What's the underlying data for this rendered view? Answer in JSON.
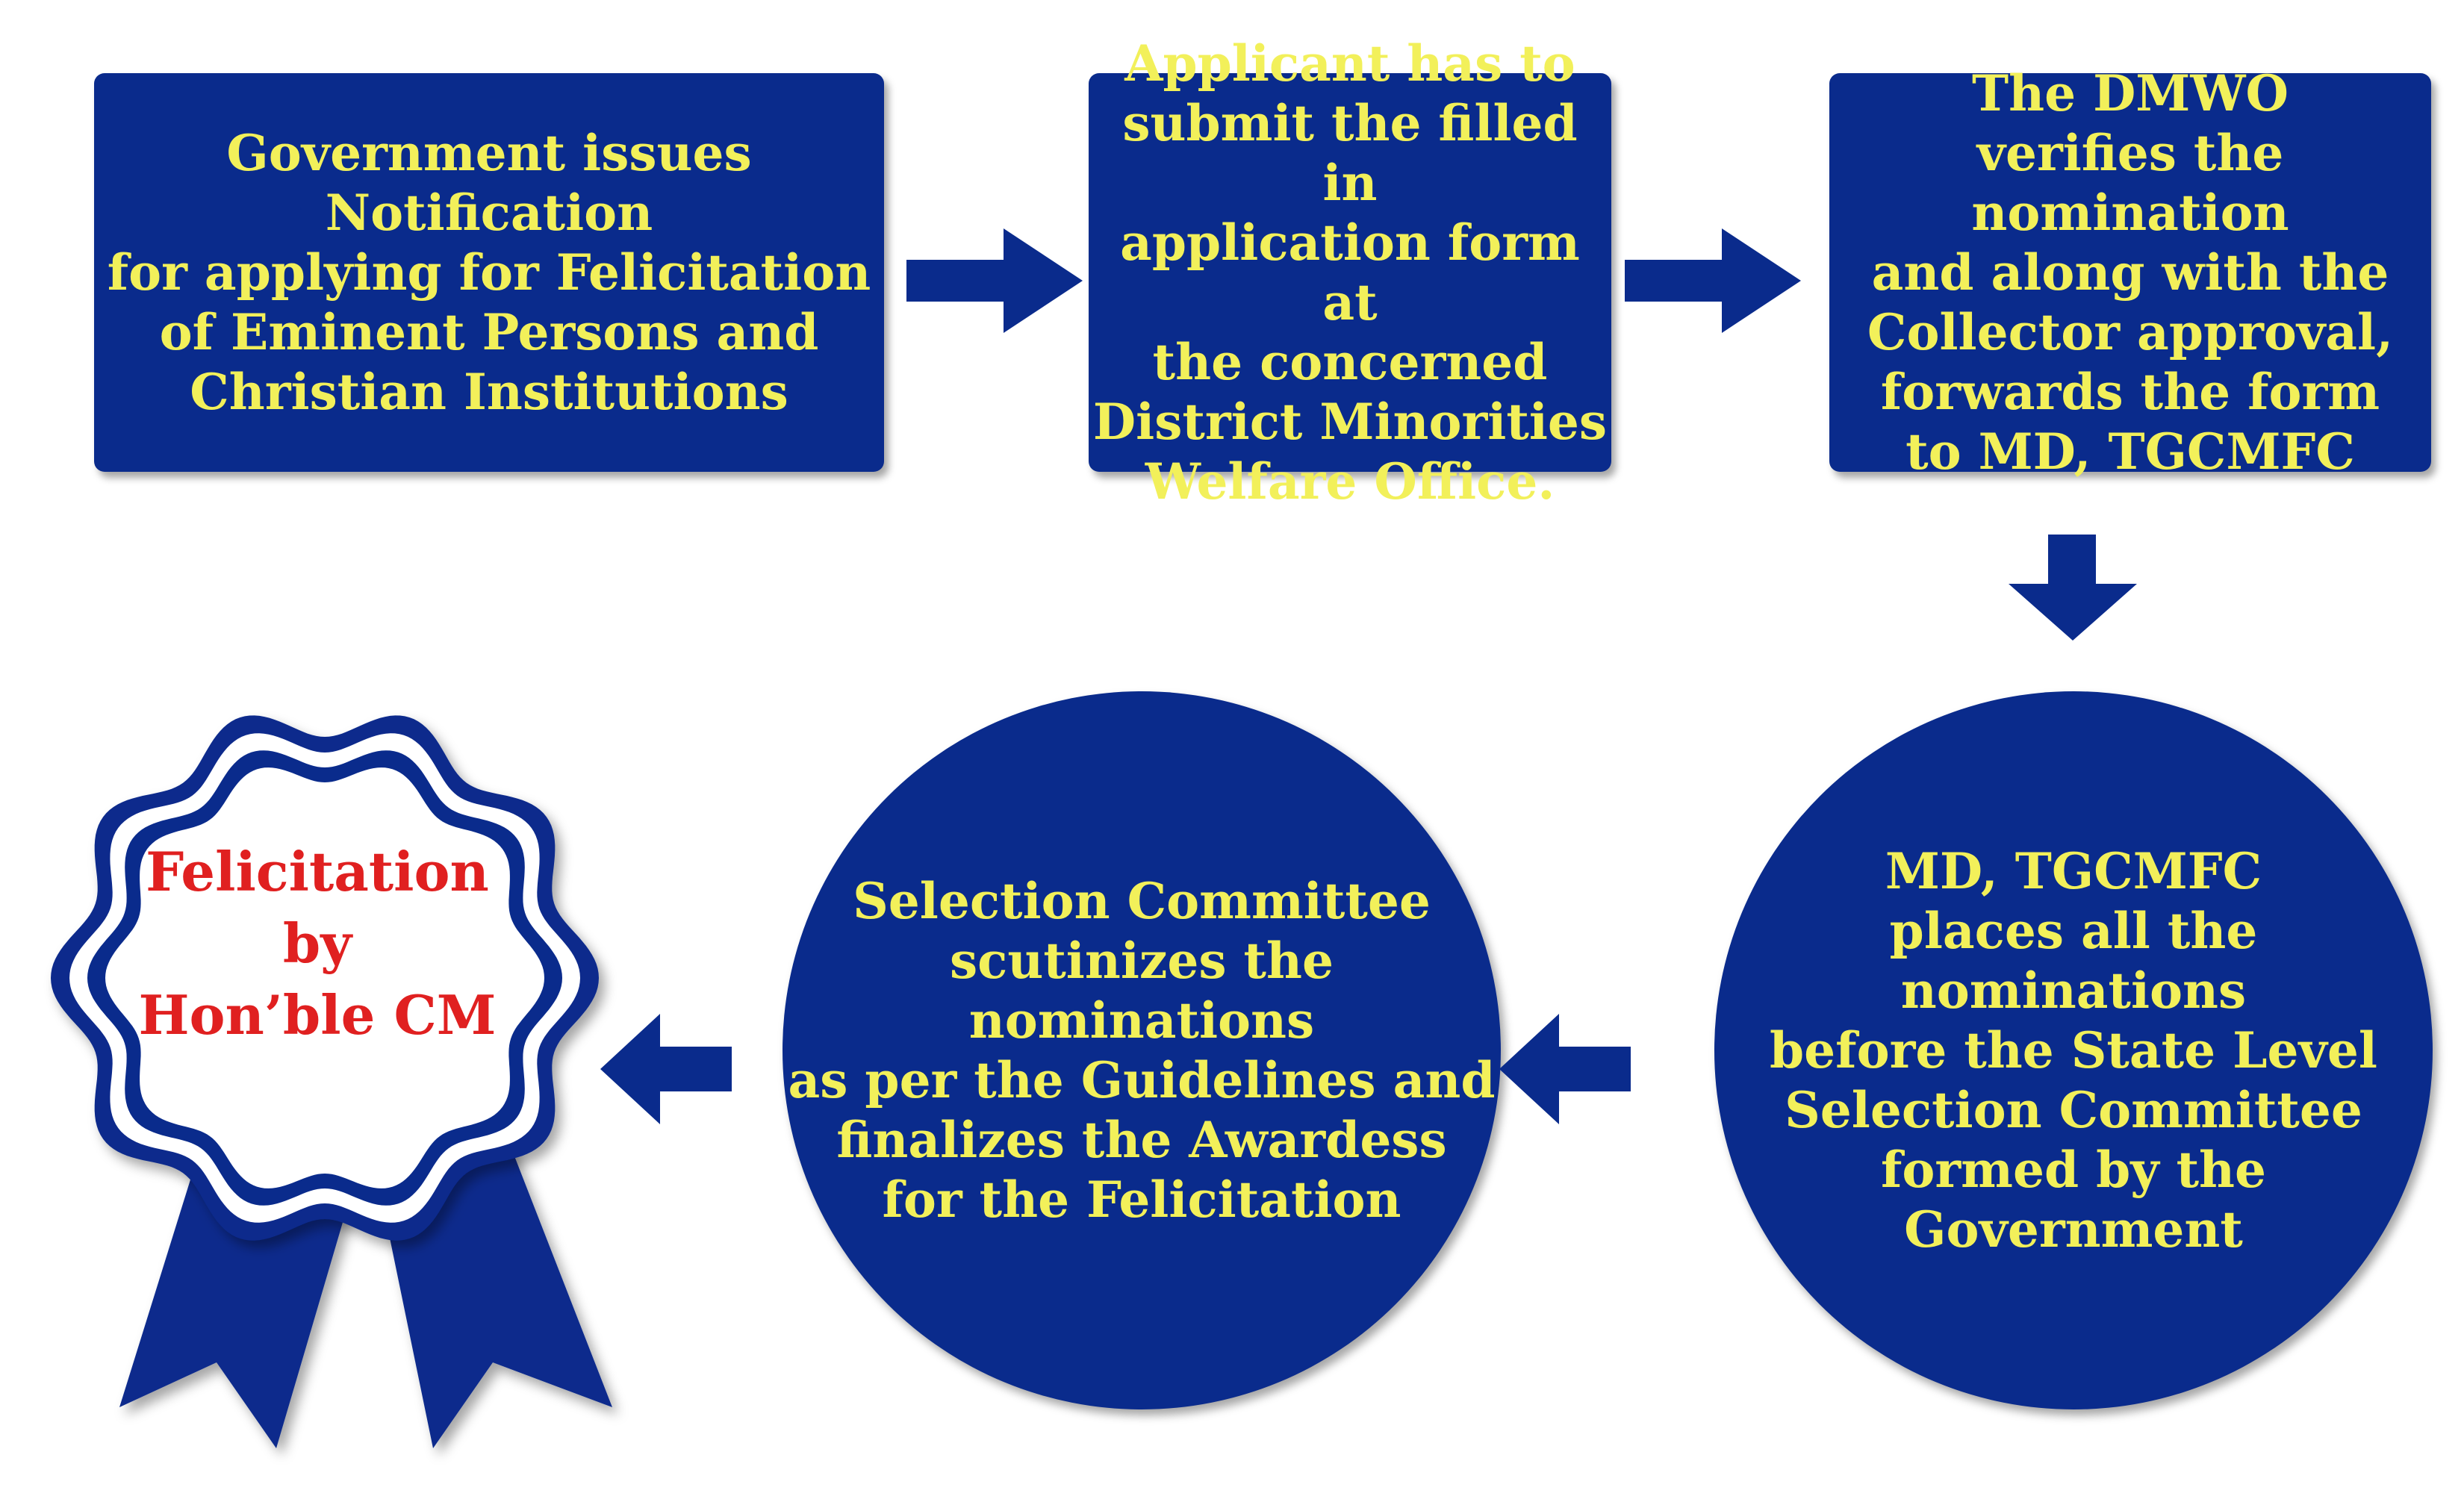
{
  "colors": {
    "node_fill": "#0a2b8c",
    "node_text": "#f2f05a",
    "arrow": "#0a2b8c",
    "badge_text": "#e02020"
  },
  "steps": [
    {
      "id": "step-1",
      "shape": "box",
      "text": "Government issues Notification\nfor applying for Felicitation\nof Eminent Persons and\nChristian Institutions"
    },
    {
      "id": "step-2",
      "shape": "box",
      "text": "Applicant has to\nsubmit the filled in\napplication form at\nthe concerned\nDistrict Minorities\nWelfare Office."
    },
    {
      "id": "step-3",
      "shape": "box",
      "text": "The DMWO\nverifies the nomination\nand along with the\nCollector approval,\nforwards the form\nto MD, TGCMFC"
    },
    {
      "id": "step-4",
      "shape": "circle",
      "text": "MD, TGCMFC\nplaces all the nominations\nbefore the State Level\nSelection Committee\nformed by the Government"
    },
    {
      "id": "step-5",
      "shape": "circle",
      "text": "Selection Committee\nscutinizes the nominations\nas per the Guidelines and\nfinalizes the Awardess\nfor the Felicitation"
    }
  ],
  "badge": {
    "icon": "award-ribbon-icon",
    "text": "Felicitation\nby\nHon’ble CM"
  }
}
